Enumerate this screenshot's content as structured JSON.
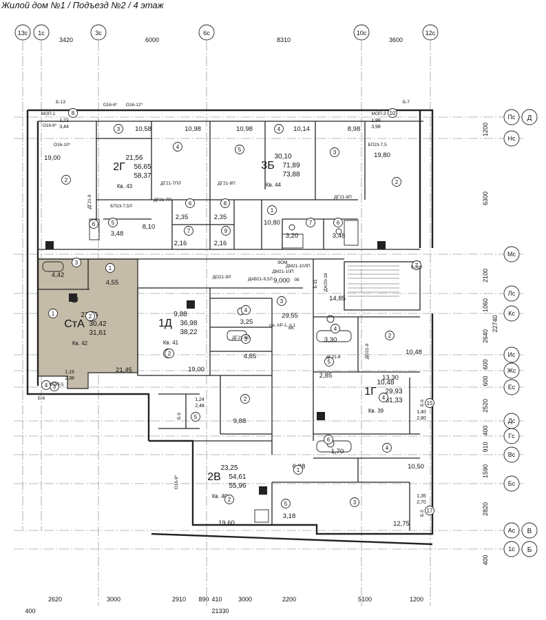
{
  "title": "Жилой дом №1 / Подъезд №2 / 4 этаж",
  "colors": {
    "highlight": "#c4bba8",
    "wall": "#222222",
    "grid": "#666666"
  },
  "axes_top": [
    "13с",
    "1с",
    "3с",
    "6с",
    "10с",
    "12с"
  ],
  "dims_top": [
    "3420",
    "6000",
    "8310",
    "3600"
  ],
  "axes_right": [
    "Пс",
    "Нс",
    "Мс",
    "Лс",
    "Кс",
    "Ис",
    "Жс",
    "Ес",
    "Дс",
    "Гс",
    "Вс",
    "Бс",
    "Ас",
    "1с"
  ],
  "axes_right_alt": [
    "Д",
    "В",
    "Б"
  ],
  "dims_right": [
    "1200",
    "6300",
    "2100",
    "1060",
    "2640",
    "600",
    "600",
    "2520",
    "400",
    "910",
    "1590",
    "2820",
    "400"
  ],
  "dim_right_total": "22740",
  "dims_bottom": [
    "2620",
    "3000",
    "2910",
    "890",
    "410",
    "3000",
    "2200",
    "5100",
    "1200"
  ],
  "dim_bottom_total": "21330",
  "dim_bottom_left": "400",
  "apartments": [
    {
      "label": "Кв. 43",
      "type": "2Г",
      "a": "21,56",
      "b": "56,65",
      "c": "58,37"
    },
    {
      "label": "Кв. 44",
      "type": "3Б",
      "a": "30,10",
      "b": "71,89",
      "c": "73,88"
    },
    {
      "label": "Кв. 42",
      "type": "СтА",
      "a": "21,45",
      "b": "30,42",
      "c": "31,61"
    },
    {
      "label": "Кв. 41",
      "type": "1Д",
      "a": "9,88",
      "b": "36,98",
      "c": "38,22"
    },
    {
      "label": "Кв. 39",
      "type": "1Г",
      "a": "10,48",
      "b": "29,93",
      "c": "31,33"
    },
    {
      "label": "Кв. 40",
      "type": "2В",
      "a": "23,25",
      "b": "54,61",
      "c": "55,96"
    }
  ],
  "room_areas": [
    "10,58",
    "10,98",
    "10,98",
    "10,14",
    "8,98",
    "19,00",
    "19,80",
    "2,35",
    "2,35",
    "8,10",
    "10,80",
    "2,16",
    "2,16",
    "3,48",
    "3,20",
    "3,48",
    "4,42",
    "4,55",
    "21,45",
    "3,25",
    "4,85",
    "19,00",
    "9,88",
    "29,55",
    "14,85",
    "9,000",
    "3,30",
    "10,48",
    "13,30",
    "2,85",
    "1,70",
    "10,50",
    "6,88",
    "3,18",
    "19,60",
    "12,75",
    "1,72",
    "3,44",
    "1,99",
    "3,98",
    "1,19",
    "2,38",
    "1,24",
    "2,48",
    "1,40",
    "2,80",
    "1,35",
    "2,70"
  ],
  "room_numbers": [
    "3",
    "4",
    "5",
    "4",
    "3",
    "2",
    "2",
    "6",
    "8",
    "7",
    "9",
    "1",
    "5",
    "7",
    "6",
    "3",
    "1",
    "2",
    "4",
    "3",
    "1",
    "2",
    "5",
    "3",
    "4",
    "2",
    "5",
    "4",
    "1",
    "6",
    "4",
    "2",
    "3",
    "5",
    "1",
    "3",
    "6",
    "2",
    "2",
    "7",
    "10",
    "8",
    "4",
    "15",
    "17"
  ],
  "marks": [
    "Б-13",
    "Б-7",
    "Б-8",
    "Б-6",
    "Б-5",
    "Б-9",
    "Б-11",
    "МОП-1",
    "МОП-3",
    "МОП-5",
    "О16-6*",
    "О16-12*",
    "О16-8*",
    "О16-9*",
    "О16-10*",
    "БП23-7,5",
    "БП23-7,5Л",
    "ДГ21-7П",
    "ДГ21-9П",
    "ДГ21-8П",
    "ДГ21-9Л",
    "ДГ21-7ПЛ",
    "ДГ21-8",
    "ДГ21-9",
    "ДО21-9",
    "ДО21-9Л",
    "ДМ21-10П",
    "ДМ21-10ЛП",
    "ДЖ20-18",
    "ДАВ21-9,5Л",
    "см. АР-1, п.1",
    "ВК",
    "ЭОМ",
    "08",
    "9.000",
    "7"
  ]
}
